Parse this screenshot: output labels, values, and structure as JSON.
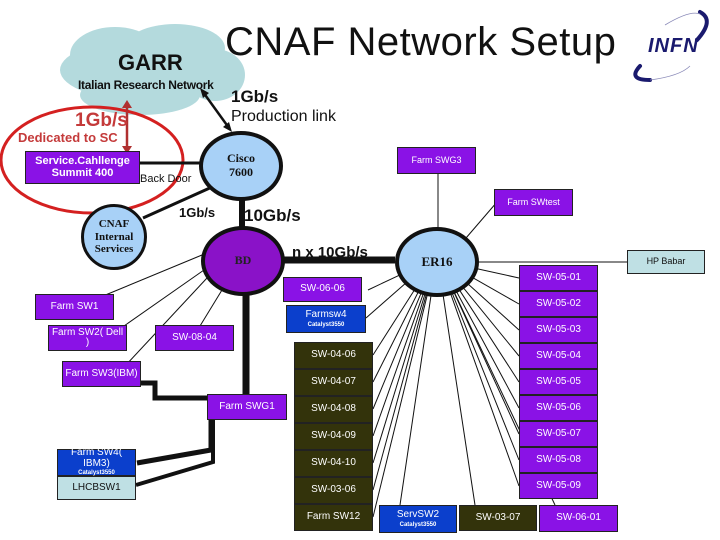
{
  "title": "CNAF Network Setup",
  "logo": {
    "text": "INFN",
    "colors": {
      "dark": "#1a1a6e",
      "accent": "#5a5ac8"
    }
  },
  "garr": {
    "name": "GARR",
    "subtitle": "Italian Research Network"
  },
  "links": {
    "production_speed": "1Gb/s",
    "production_label": "Production link",
    "sc_speed": "1Gb/s",
    "sc_label": "Dedicated to SC",
    "back_door": "Back Door",
    "internal_speed": "1Gb/s",
    "core_speed": "10Gb/s",
    "trunk_speed": "n x 10Gb/s"
  },
  "nodes": {
    "cisco": "Cisco 7600",
    "cnaf_internal": "CNAF Internal Services",
    "bd": "BD",
    "er16": "ER16"
  },
  "boxes": {
    "service_challenge": {
      "line1": "Service.Cahllenge",
      "line2": "Summit 400"
    },
    "farm_swg3": "Farm SWG3",
    "farm_swtest": "Farm SWtest",
    "hp_babar": "HP Babar",
    "farm_sw1": "Farm SW1",
    "farm_sw2": "Farm SW2( Dell )",
    "sw_08_04": "SW-08-04",
    "farm_sw3": "Farm SW3(IBM)",
    "farm_swg1": "Farm SWG1",
    "farm_sw4": {
      "line1": "Farm SW4( IBM3)",
      "line2": "Catalyst3550"
    },
    "lhcb_sw1": "LHCBSW1",
    "sw_06_06": "SW-06-06",
    "farmsw4": {
      "line1": "Farmsw4",
      "line2": "Catalyst3550"
    },
    "serv_sw2": {
      "line1": "ServSW2",
      "line2": "Catalyst3550"
    },
    "sw_03_07": "SW-03-07",
    "sw_06_01": "SW-06-01"
  },
  "olive_stack": [
    "SW-04-06",
    "SW-04-07",
    "SW-04-08",
    "SW-04-09",
    "SW-04-10",
    "SW-03-06",
    "Farm SW12"
  ],
  "purple_stack": [
    "SW-05-01",
    "SW-05-02",
    "SW-05-03",
    "SW-05-04",
    "SW-05-05",
    "SW-05-06",
    "SW-05-07",
    "SW-05-08",
    "SW-05-09"
  ],
  "colors": {
    "purple": "#8a12e6",
    "olive": "#33330b",
    "blue": "#0b3fcc",
    "pale": "#bfe0e4",
    "node_blue": "#a8d1f7",
    "red": "#d42020"
  }
}
